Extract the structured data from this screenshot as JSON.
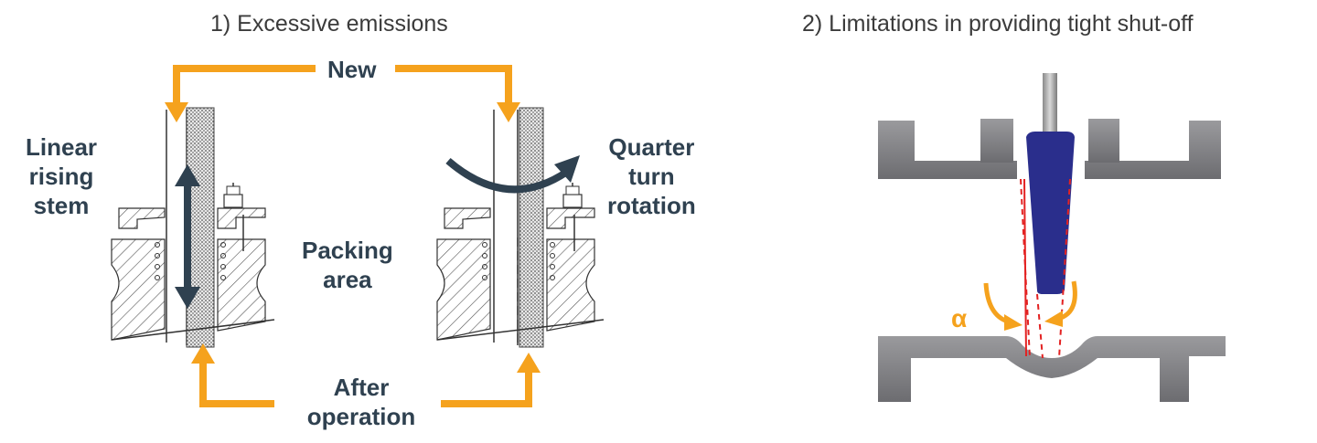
{
  "panel1": {
    "title": "1) Excessive emissions",
    "new_label": "New",
    "after_label_line1": "After",
    "after_label_line2": "operation",
    "linear_label": [
      "Linear",
      "rising",
      "stem"
    ],
    "packing_label": [
      "Packing",
      "area"
    ],
    "quarter_label": [
      "Quarter",
      "turn",
      "rotation"
    ]
  },
  "panel2": {
    "title": "2) Limitations in providing tight shut-off",
    "angle_symbol": "α"
  },
  "colors": {
    "orange": "#f5a21d",
    "dark_arrow": "#2f4150",
    "plug_blue": "#2a2e8c",
    "body_gray": "#7d7d80",
    "dashed_red": "#e32222"
  }
}
